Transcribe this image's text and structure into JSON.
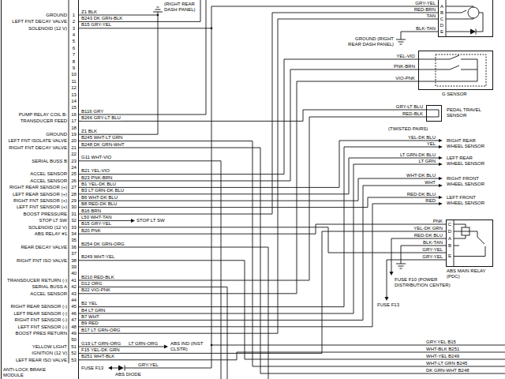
{
  "diagram": {
    "nodes": [
      {
        "text": [
          "ANTI-LOCK BRAKE MODULE"
        ]
      },
      {
        "text": [
          "A",
          "B",
          "C",
          "D",
          "E"
        ]
      },
      {
        "text": [
          "G SENSOR"
        ]
      },
      {
        "text": [
          "PEDAL TRAVEL SENSOR"
        ]
      },
      {
        "text": [
          "C",
          "D",
          "A",
          "B",
          "E",
          "ABS MAIN RELAY (PDC)"
        ]
      }
    ],
    "edges": [
      {
        "from": 0,
        "to": 3,
        "arrow": "none",
        "label": "B266 GRY-LT BLU"
      },
      {
        "from": 0,
        "to": 2,
        "arrow": "none",
        "label": "B21 YEL-VIO"
      },
      {
        "from": 0,
        "to": 2,
        "arrow": "none",
        "label": "B23 PNK-BRN"
      },
      {
        "from": 0,
        "to": 4,
        "arrow": "none",
        "label": "B15 GRY-YEL"
      },
      {
        "from": 0,
        "to": 4,
        "arrow": "none",
        "label": "B20 PNK"
      },
      {
        "from": 0,
        "to": 3,
        "arrow": "none",
        "label": "B210 RED-BLK"
      },
      {
        "from": 0,
        "to": 2,
        "arrow": "none",
        "label": "B22 VIO-PNK"
      },
      {
        "from": 0,
        "to": 4,
        "arrow": "none",
        "label": "F15 YEL-DK GRN"
      }
    ],
    "labels": [
      "1",
      "2",
      "3",
      "4",
      "5",
      "6",
      "7",
      "8",
      "9",
      "10",
      "11",
      "12",
      "13",
      "14",
      "15",
      "16",
      "17",
      "18",
      "19",
      "20",
      "21",
      "22",
      "23",
      "24",
      "25",
      "26",
      "27",
      "28",
      "29",
      "30",
      "31",
      "32",
      "33",
      "34",
      "35",
      "36",
      "37",
      "38",
      "39",
      "40",
      "41",
      "42",
      "43",
      "44",
      "45",
      "46",
      "47",
      "48",
      "49",
      "50",
      "51",
      "52",
      "53",
      "GROUND",
      "LEFT FNT DECAY VALVE",
      "SOLENOID (12 V)",
      "PUMP RELAY COIL B-",
      "TRANSDUCER FEED",
      "GROUND",
      "LEFT FNT ISOLATE VALVE",
      "RIGHT FNT DECAY VALVE",
      "SERIAL BUSS B",
      "ACCEL SENSOR",
      "ACCEL SENSOR",
      "RIGHT REAR SENSOR (+)",
      "LEFT REAR SENSOR (+)",
      "RIGHT FNT SENSOR (+)",
      "LEFT FNT SENSOR (+)",
      "BOOST PRESSURE",
      "STOP LT SW",
      "SOLENOID (12 V)",
      "ABS RELAY #1",
      "REAR DECAY VALVE",
      "RIGHT FNT ISO VALVE",
      "TRANSDUCER RETURN (-)",
      "SERIAL BUSS A",
      "ACCEL SENSOR",
      "RIGHT REAR SENSOR (-)",
      "LEFT REAR SENSOR (-)",
      "RIGHT FNT SENSOR (-)",
      "LEFT FNT SENSOR (-)",
      "BOOST PRES RETURN",
      "YELLOW LIGHT",
      "IGNITION (12 V)",
      "LEFT REAR ISO VALVE",
      "Z1 BLK",
      "B243 DK GRN-BLK",
      "B15 GRY-YEL",
      "B116 GRY",
      "Z1 BLK",
      "B245 WHT-LT GRN",
      "B248 DK GRN-WHT",
      "G11 WHT-VIO",
      "B1 YEL-DK BLU",
      "B3 LT GRN-DK BLU",
      "B6 WHT-DK BLU",
      "B8 RED-DK BLU",
      "B16 BRN",
      "L50 WHT-TAN",
      "B254 DK GRN-ORG",
      "B249 WHT-YEL",
      "D12 ORG",
      "B2 YEL",
      "B4 LT GRN",
      "B7 WHT",
      "B9 RED",
      "B17 LT GRN-ORG",
      "G19 LT GRN-ORG",
      "B251 WHT-BLK",
      "STOP LT SW",
      "LT GRN-ORG",
      "ABS IND (INST CLSTR)",
      "GRY-YEL",
      "ABS DIODE",
      "FUSE F13",
      "(RIGHT REAR DASH PANEL)",
      "GRY-YEL",
      "RED-BRN",
      "TAN",
      "BLK-TAN",
      "GROUND (RIGHT REAR DASH PANEL)",
      "YEL-VIO",
      "PNK-BRN",
      "VIO-PNK",
      "GRY-LT BLU",
      "RED-BLK",
      "(TWISTED PAIRS)",
      "YEL-DK BLU",
      "YEL",
      "RIGHT REAR WHEEL SENSOR",
      "LT GRN-DK BLU",
      "LT GRN",
      "LEFT REAR WHEEL SENSOR",
      "WHT-DK BLU",
      "WHT",
      "RIGHT FRONT WHEEL SENSOR",
      "RED-DK BLU",
      "RED",
      "LEFT FRONT WHEEL SENSOR",
      "PNK",
      "YEL-DK GRN",
      "RED-DK BLU",
      "BLK-TAN",
      "GRY-YEL",
      "GRY-YEL",
      "FUSE F10 (POWER DISTRIBUTION CENTER)",
      "FUSE F13",
      "GRY-YEL B15",
      "WHT-BLK B251",
      "WHT-YEL B249",
      "WHT-LT GRN B245",
      "DK GRN-WHT B248"
    ]
  }
}
